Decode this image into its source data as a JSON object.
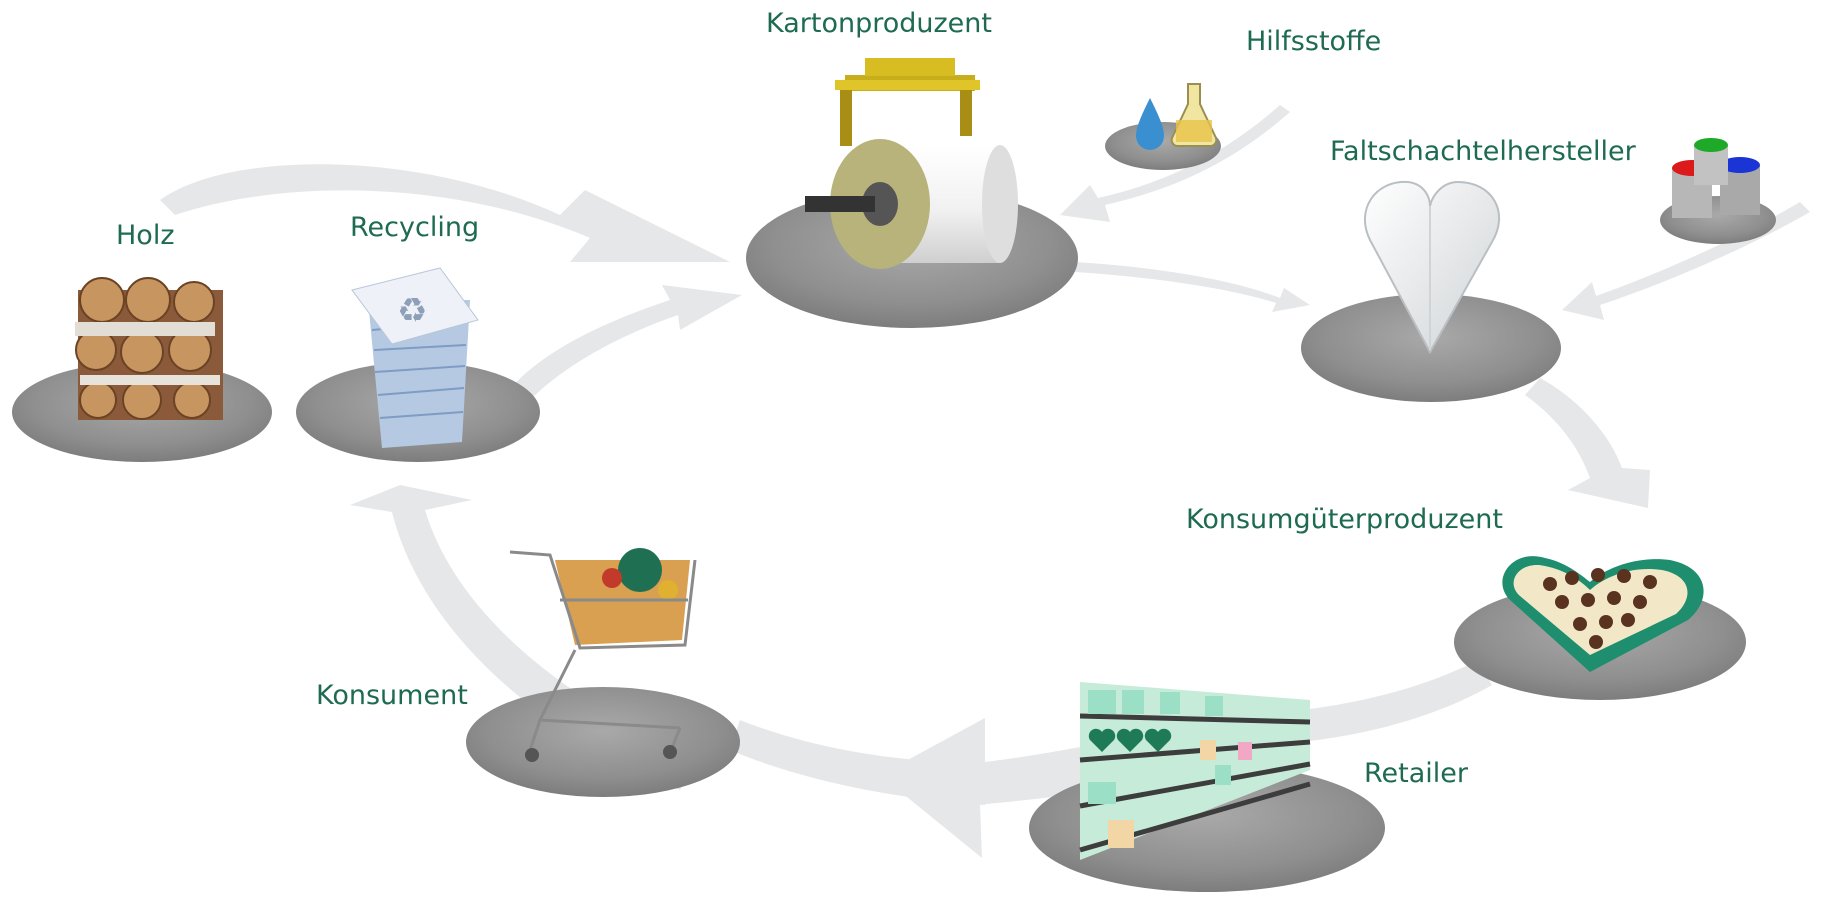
{
  "colors": {
    "label_green": "#1e6b52",
    "disc_gray": "#8c8c8c",
    "arrow_gray": "#e6e7e9"
  },
  "stations": {
    "kartonproduzent": {
      "label": "Kartonproduzent",
      "icon": "paperboard-roll-icon"
    },
    "hilfsstoffe": {
      "label": "Hilfsstoffe",
      "icon": "water-drop-flask-icon"
    },
    "faltschachtelhersteller": {
      "label": "Faltschachtelhersteller",
      "icon": "heart-folding-box-icon"
    },
    "farben": {
      "icon": "paint-cans-icon"
    },
    "konsumgueterproduzent": {
      "label": "Konsumgüterproduzent",
      "icon": "chocolate-box-icon"
    },
    "retailer": {
      "label": "Retailer",
      "icon": "store-shelves-icon"
    },
    "konsument": {
      "label": "Konsument",
      "icon": "shopping-cart-icon"
    },
    "recycling": {
      "label": "Recycling",
      "icon": "recycled-paper-stack-icon"
    },
    "holz": {
      "label": "Holz",
      "icon": "wood-logs-icon"
    }
  }
}
